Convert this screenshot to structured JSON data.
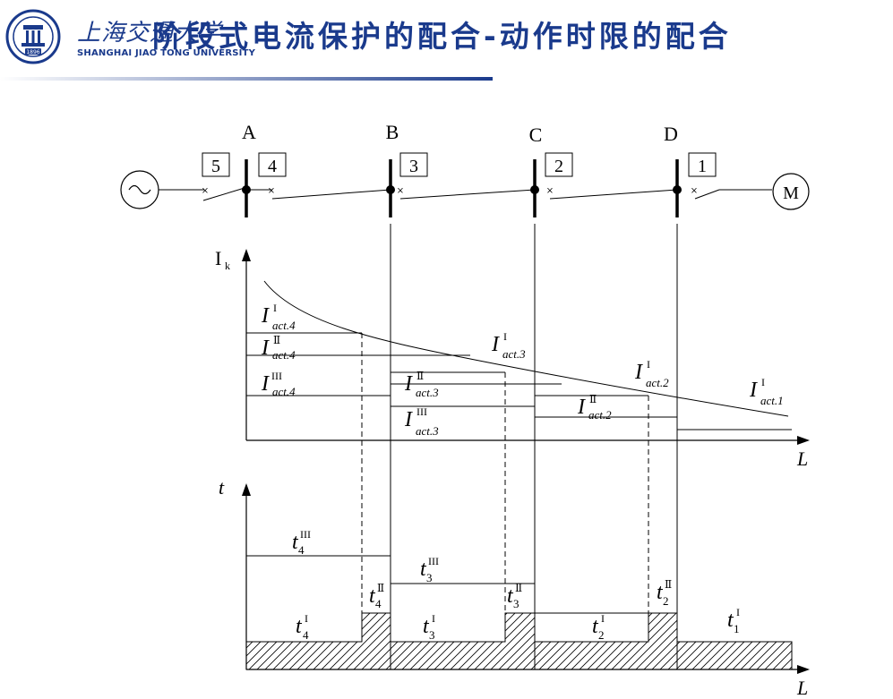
{
  "header": {
    "logo_cn": "上海交通大学",
    "logo_en": "SHANGHAI JIAO TONG UNIVERSITY",
    "logo_year": "1896",
    "title": "阶段式电流保护的配合-动作时限的配合",
    "accent_color": "#1a3a8c"
  },
  "bus_labels": [
    "A",
    "B",
    "C",
    "D"
  ],
  "protection_numbers": [
    "5",
    "4",
    "3",
    "2",
    "1"
  ],
  "motor_label": "M",
  "current_axis": {
    "label": "I",
    "sub": "k",
    "x_label": "L"
  },
  "time_axis": {
    "label": "t",
    "x_label": "L"
  },
  "current_labels": [
    {
      "base": "I",
      "sup": "I",
      "sub": "act.4"
    },
    {
      "base": "I",
      "sup": "Ⅱ",
      "sub": "act.4"
    },
    {
      "base": "I",
      "sup": "III",
      "sub": "act.4"
    },
    {
      "base": "I",
      "sup": "I",
      "sub": "act.3"
    },
    {
      "base": "I",
      "sup": "Ⅱ",
      "sub": "act.3"
    },
    {
      "base": "I",
      "sup": "III",
      "sub": "act.3"
    },
    {
      "base": "I",
      "sup": "I",
      "sub": "act.2"
    },
    {
      "base": "I",
      "sup": "Ⅱ",
      "sub": "act.2"
    },
    {
      "base": "I",
      "sup": "I",
      "sub": "act.1"
    }
  ],
  "time_labels": [
    {
      "base": "t",
      "sup": "III",
      "sub": "4"
    },
    {
      "base": "t",
      "sup": "Ⅱ",
      "sub": "4"
    },
    {
      "base": "t",
      "sup": "I",
      "sub": "4"
    },
    {
      "base": "t",
      "sup": "III",
      "sub": "3"
    },
    {
      "base": "t",
      "sup": "Ⅱ",
      "sub": "3"
    },
    {
      "base": "t",
      "sup": "I",
      "sub": "3"
    },
    {
      "base": "t",
      "sup": "I",
      "sub": "2"
    },
    {
      "base": "t",
      "sup": "Ⅱ",
      "sub": "2"
    },
    {
      "base": "t",
      "sup": "I",
      "sub": "1"
    }
  ]
}
